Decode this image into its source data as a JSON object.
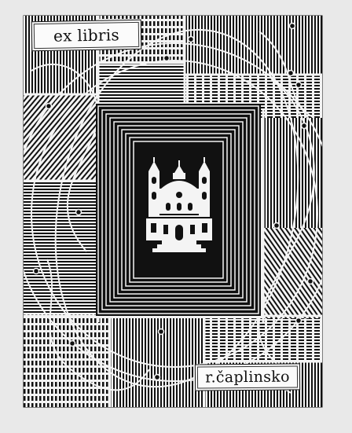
{
  "bookplate": {
    "top_text": "ex libris",
    "bottom_text": "r.čaplinsko"
  },
  "colors": {
    "paper": "#e9e9e9",
    "ink": "#111111",
    "label_background": "#fbfbfb"
  },
  "central_image": "church-with-twin-towers"
}
